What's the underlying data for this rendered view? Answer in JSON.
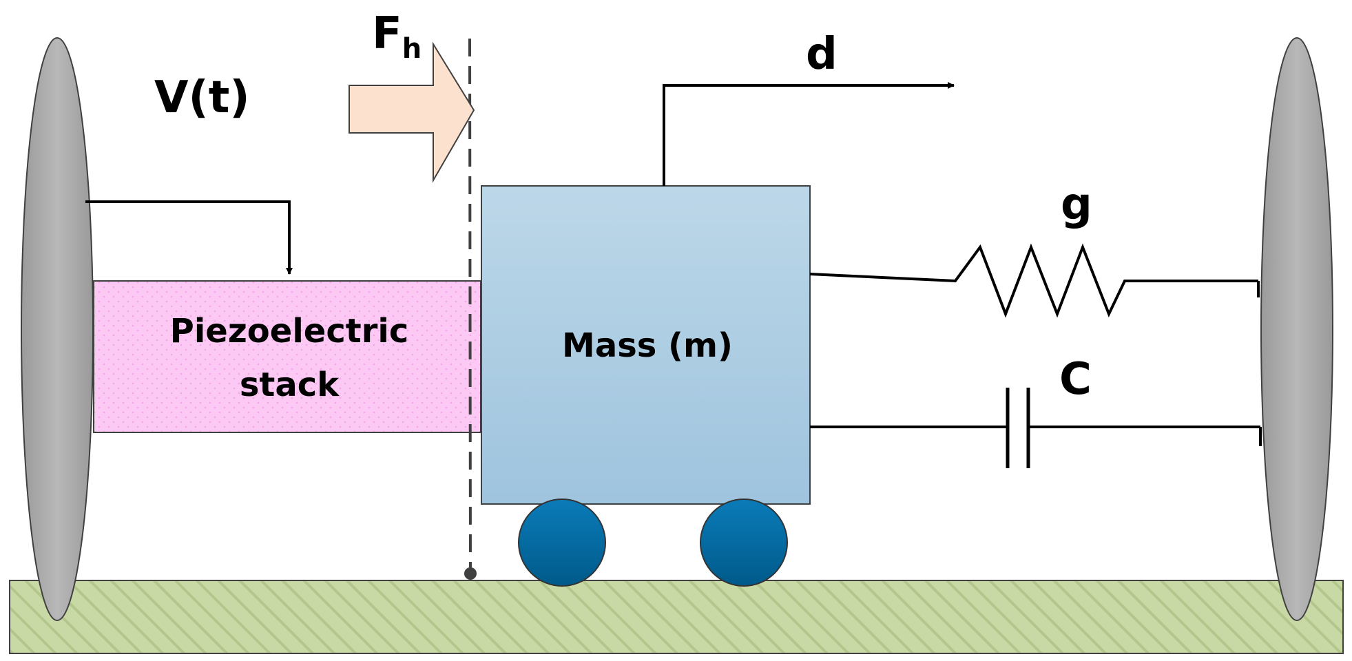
{
  "labels": {
    "voltage": "V(t)",
    "force_main": "F",
    "force_sub": "h",
    "displacement": "d",
    "stack_line1": "Piezoelectric",
    "stack_line2": "stack",
    "mass": "Mass (m)",
    "spring": "g",
    "capacitor": "C"
  },
  "colors": {
    "ground": "#c9d9a6",
    "ground_hatch": "#a9bf7f",
    "wall": "#a8a8a8",
    "stack": "#fcc8f4",
    "mass_top": "#bcd7e8",
    "mass_bottom": "#9fc4de",
    "wheel": "#0068a0",
    "arrow_fill": "#fde1cf",
    "line": "#000000"
  }
}
